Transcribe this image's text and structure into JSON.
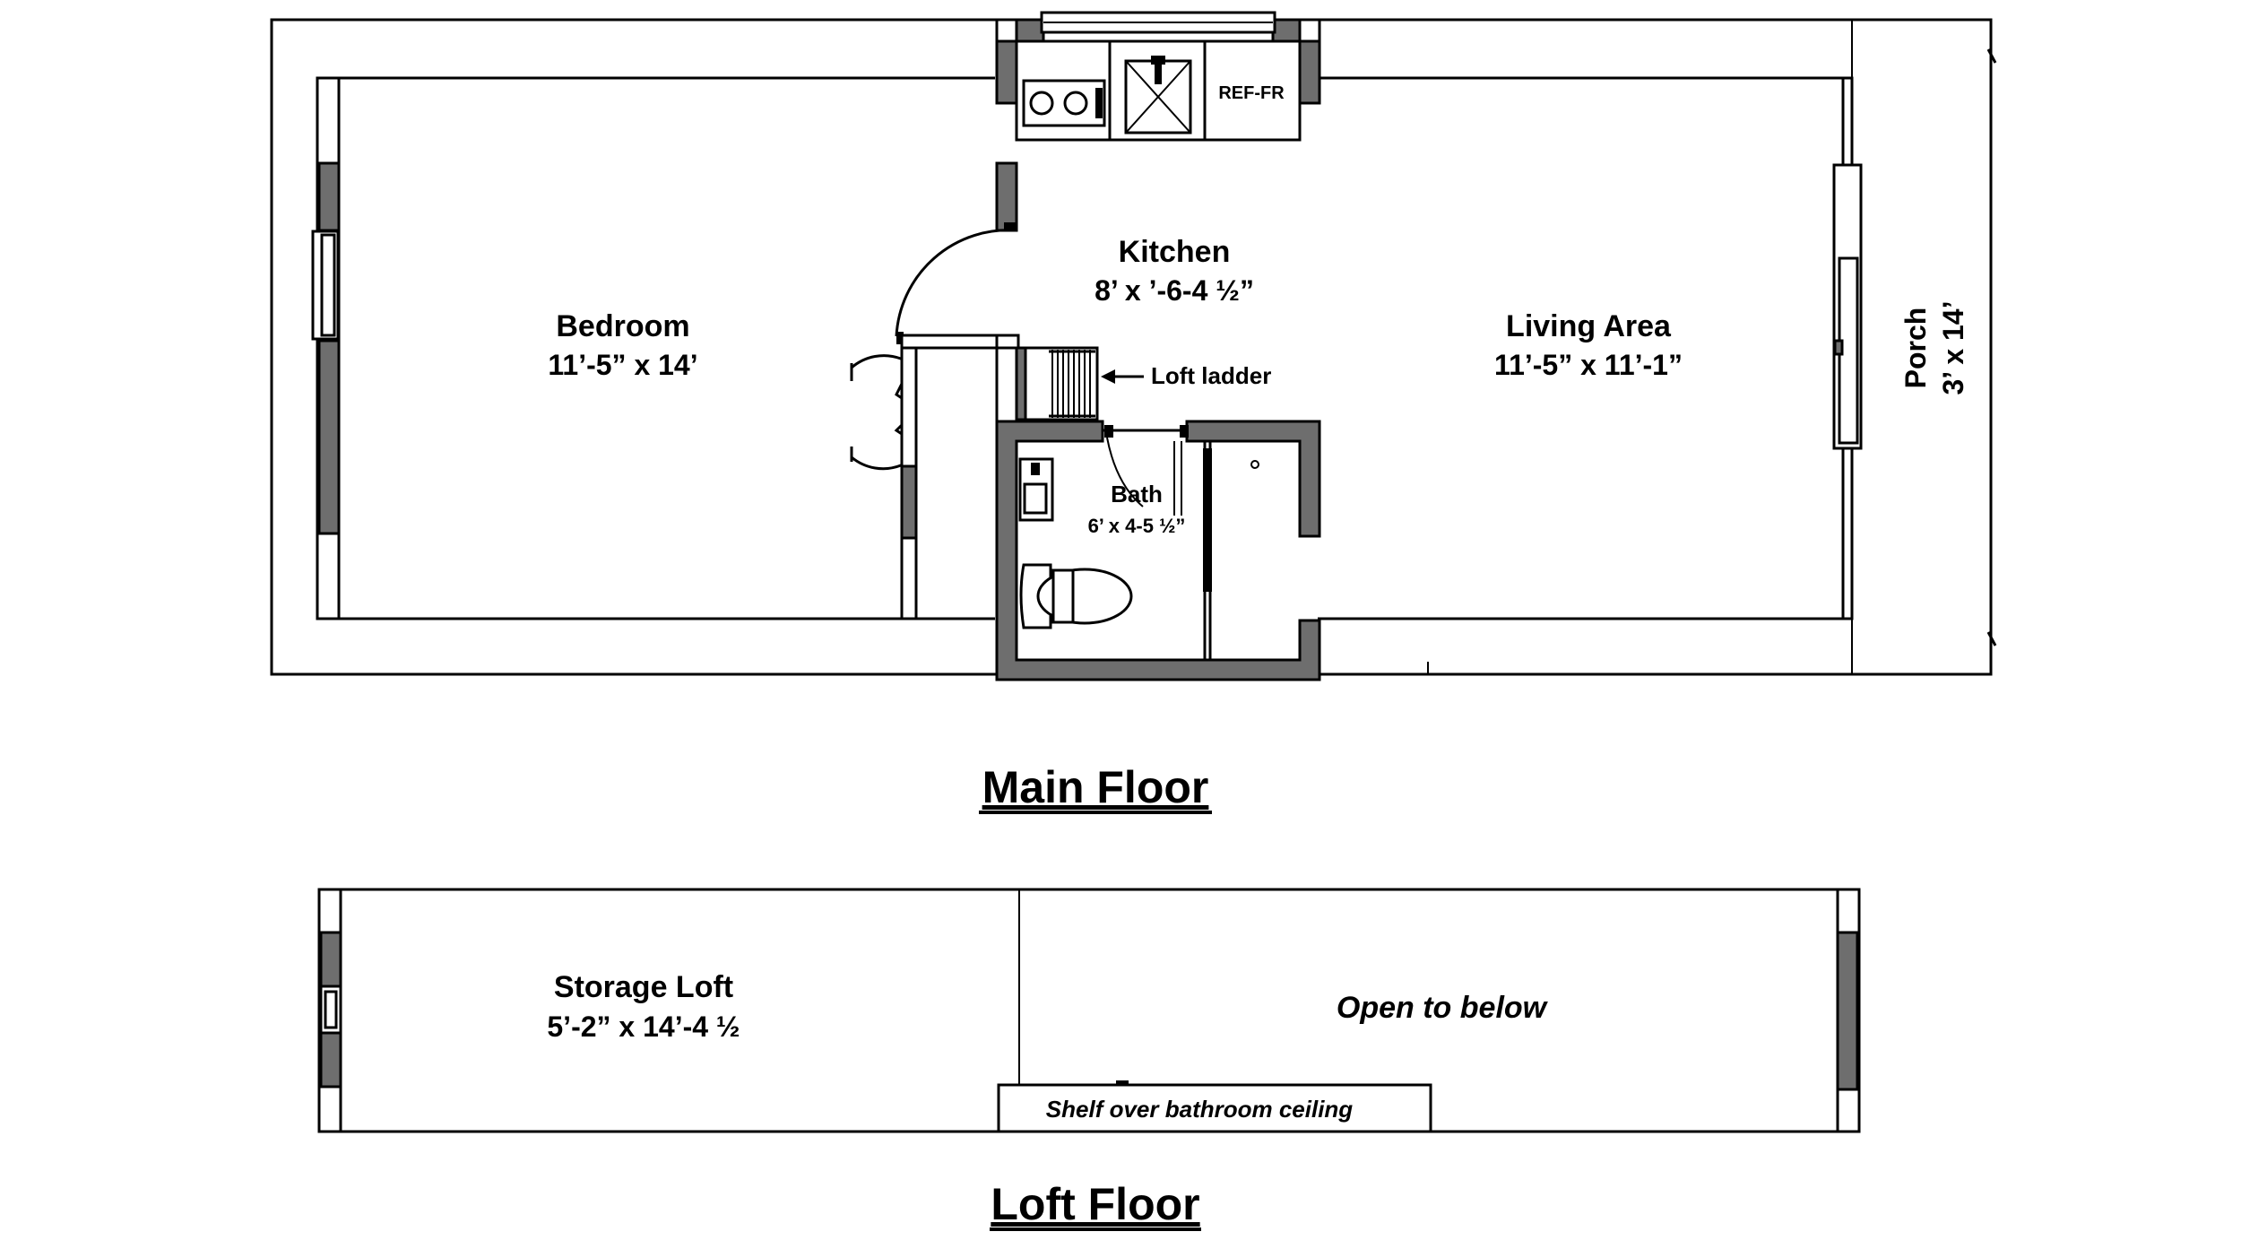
{
  "main_floor": {
    "title": "Main Floor",
    "rooms": {
      "bedroom": {
        "name": "Bedroom",
        "size": "11’-5” x 14’"
      },
      "kitchen": {
        "name": "Kitchen",
        "size": "8’ x ’-6-4 ½”"
      },
      "living": {
        "name": "Living Area",
        "size": "11’-5” x 11’-1”"
      },
      "bath": {
        "name": "Bath",
        "size": "6’ x 4-5 ½”"
      },
      "porch": {
        "name": "Porch",
        "size": "3’ x 14’"
      }
    },
    "labels": {
      "refrigerator": "REF-FR",
      "loft_ladder": "Loft ladder"
    }
  },
  "loft_floor": {
    "title": "Loft Floor",
    "storage": {
      "name": "Storage Loft",
      "size": "5’-2” x 14’-4 ½"
    },
    "open": "Open to below",
    "shelf": "Shelf over bathroom ceiling"
  },
  "colors": {
    "wall_fill": "#6e6e6e",
    "line": "#000000",
    "background": "#ffffff"
  }
}
